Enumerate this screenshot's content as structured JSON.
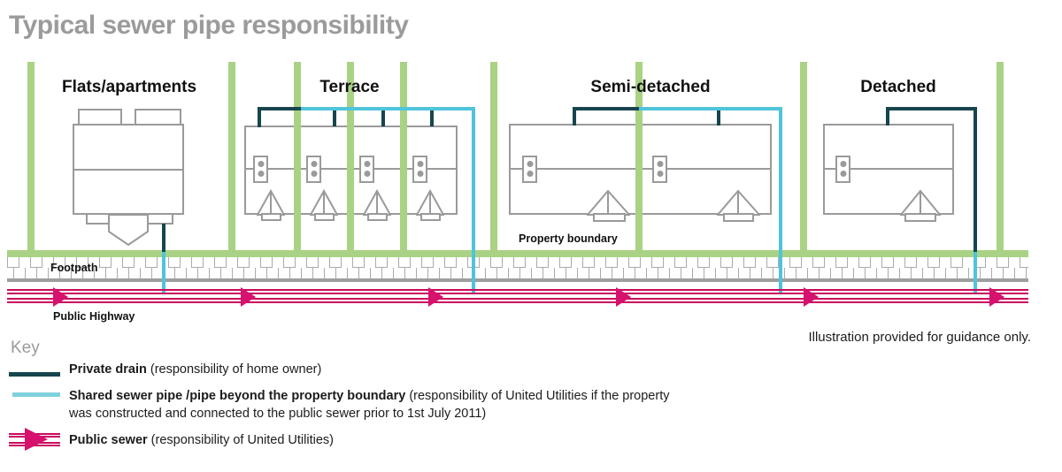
{
  "title": "Typical sewer pipe responsibility",
  "sections": {
    "flats": "Flats/apartments",
    "terrace": "Terrace",
    "semi": "Semi-detached",
    "detached": "Detached"
  },
  "labels": {
    "property_boundary": "Property boundary",
    "footpath": "Footpath",
    "public_highway": "Public Highway",
    "guidance_note": "Illustration provided for guidance only."
  },
  "key": {
    "heading": "Key",
    "entries": [
      {
        "name": "private-drain",
        "bold": "Private drain",
        "rest": " (responsibility of home owner)"
      },
      {
        "name": "shared-sewer",
        "bold": "Shared sewer pipe /pipe beyond the property boundary",
        "rest": " (responsibility of United Utilities if the property was constructed and connected to the public sewer prior to 1st July 2011)"
      },
      {
        "name": "public-sewer",
        "bold": "Public sewer",
        "rest": " (responsibility of United Utilities)"
      }
    ]
  },
  "colors": {
    "property_boundary_green": "#a9d284",
    "private_drain_teal": "#17454e",
    "shared_sewer_cyan": "#4fc4da",
    "public_sewer_magenta": "#c9095f",
    "public_sewer_arrow": "#d6116e",
    "building_outline_gray": "#9a9a9a",
    "title_gray": "#9b9b9b"
  }
}
